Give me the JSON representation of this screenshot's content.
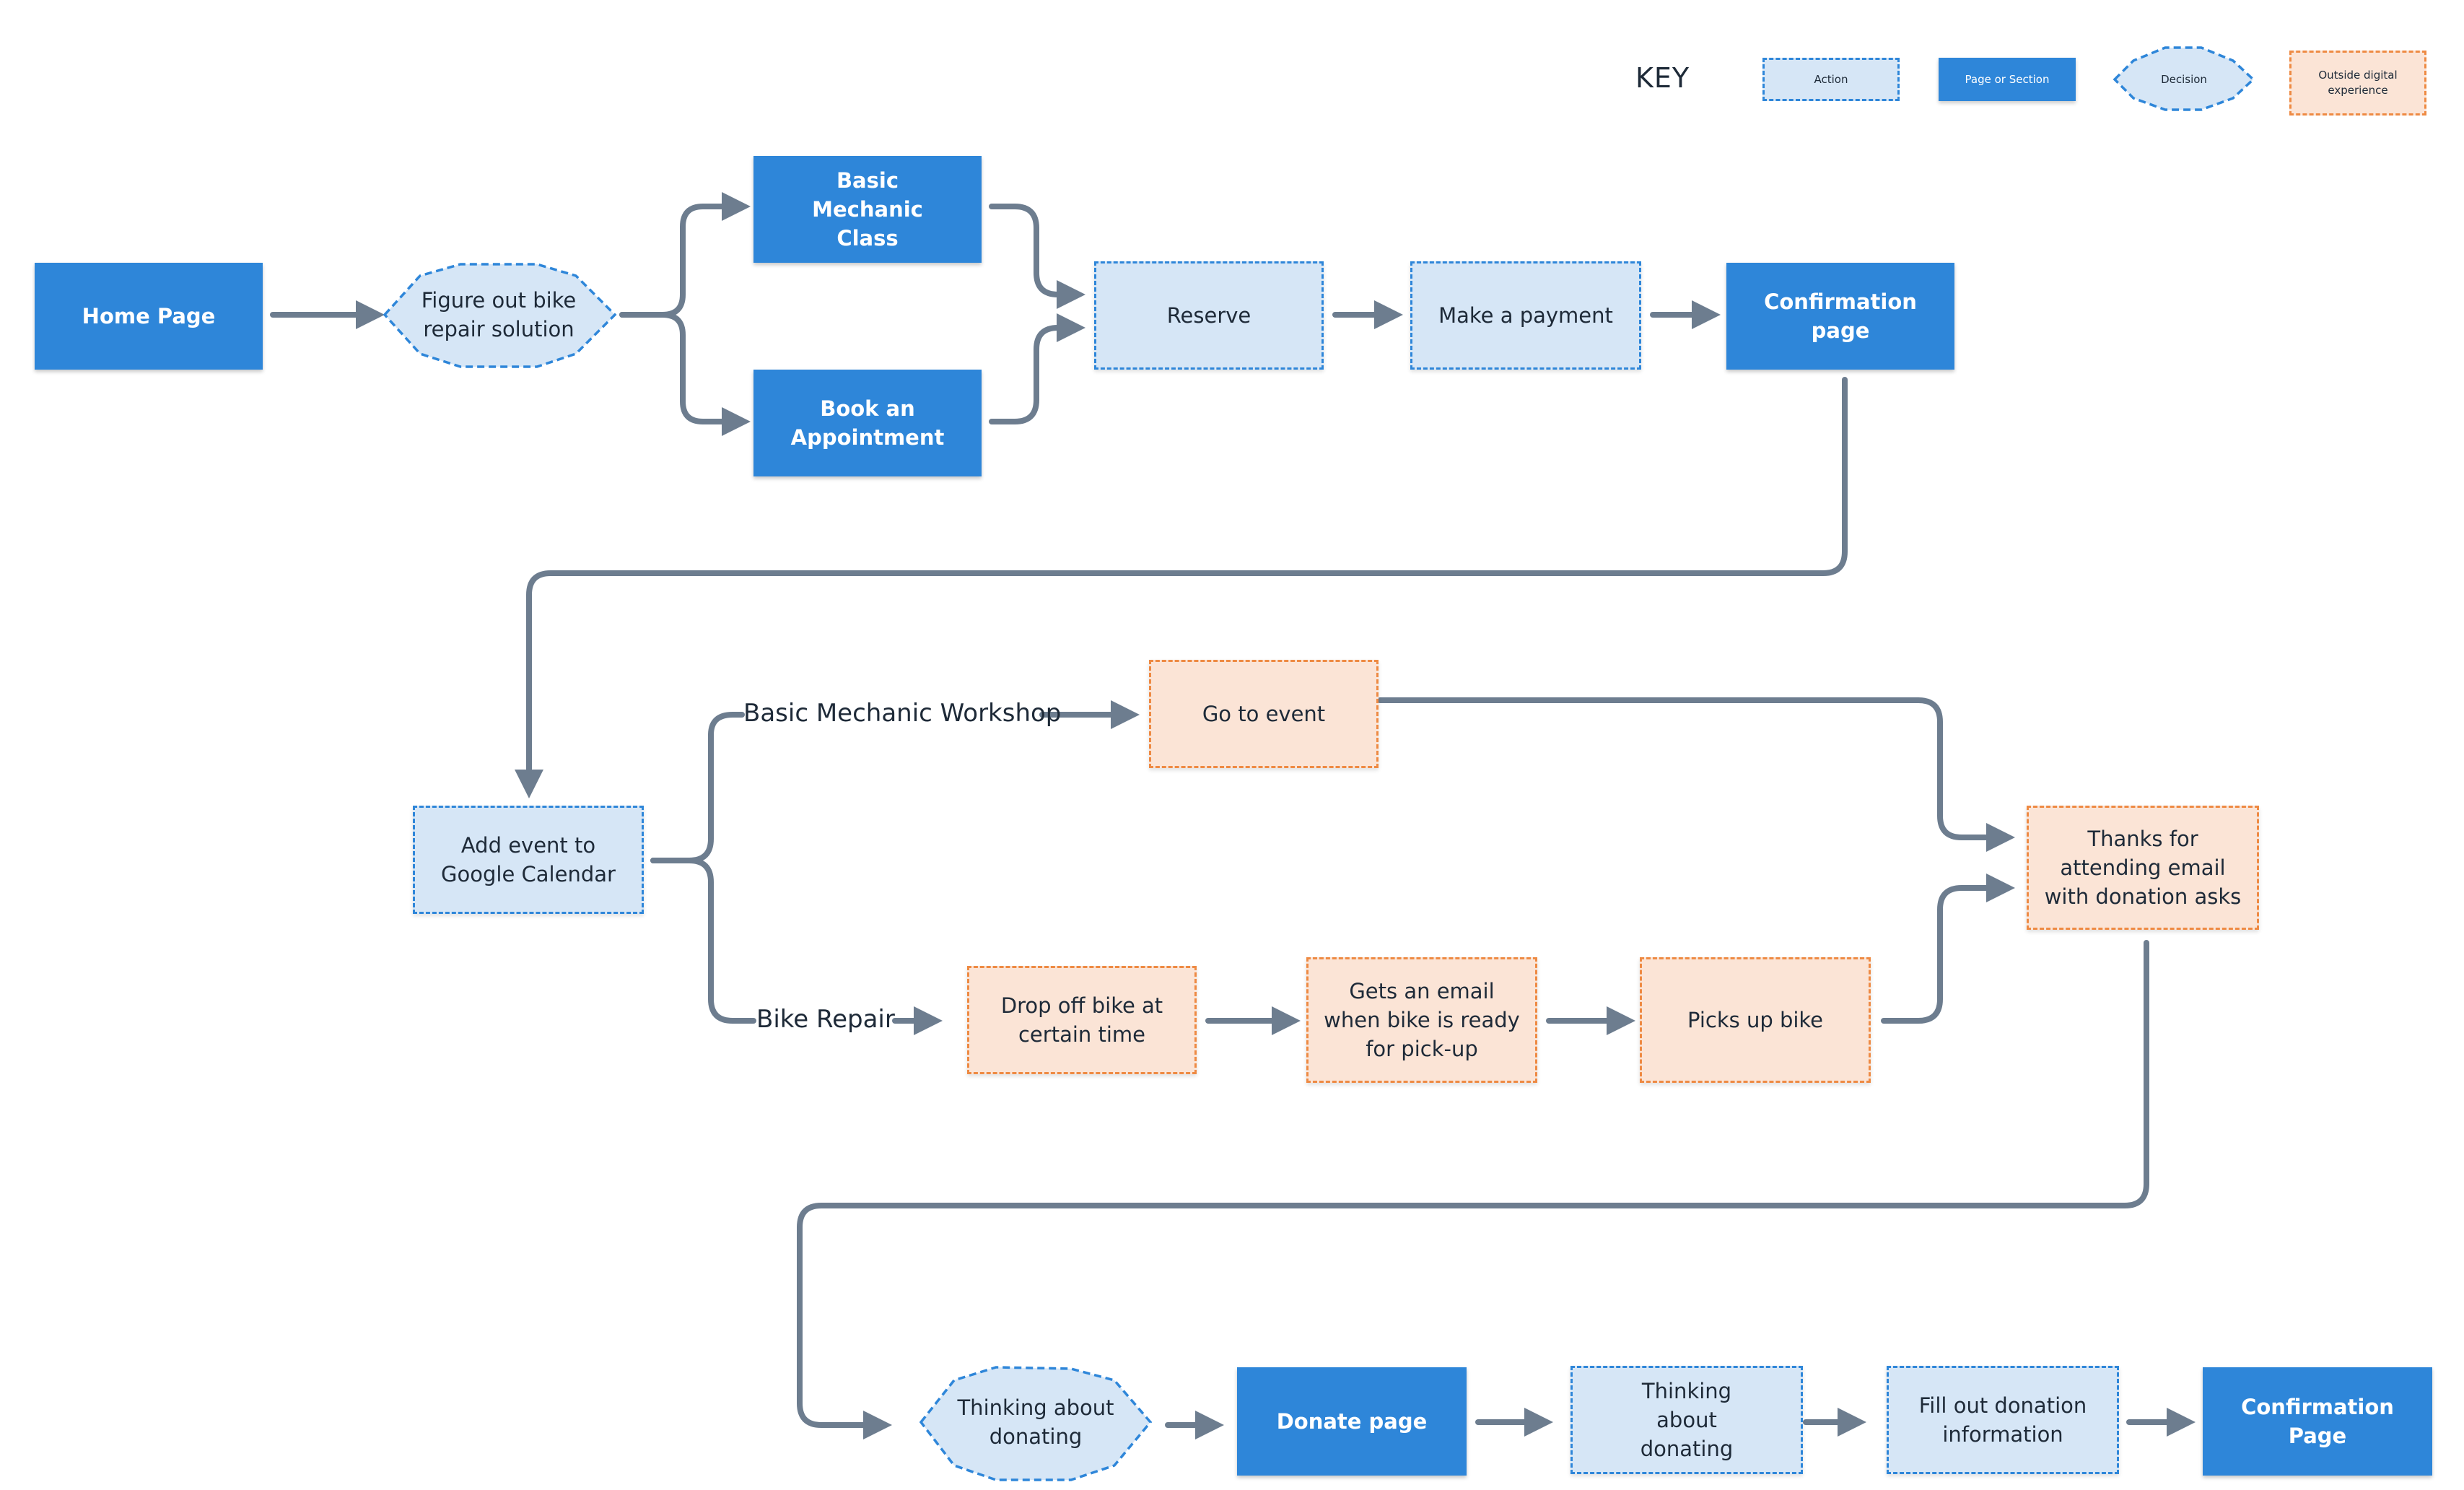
{
  "colors": {
    "page": "#2e86d9",
    "action_fill": "#d6e6f6",
    "action_border": "#2e86d9",
    "outside_fill": "#fbe4d6",
    "outside_border": "#ee8a43",
    "connector": "#6d7d8f"
  },
  "key": {
    "title": "KEY",
    "action": "Action",
    "page": "Page or Section",
    "decision": "Decision",
    "outside": "Outside digital experience"
  },
  "nodes": {
    "home": "Home Page",
    "figure_out": "Figure out bike repair solution",
    "basic_class": "Basic Mechanic Class",
    "book_appt": "Book an Appointment",
    "reserve": "Reserve",
    "payment": "Make a payment",
    "confirm1": "Confirmation page",
    "add_event": "Add event to Google Calendar",
    "go_event": "Go to event",
    "thanks": "Thanks for attending email with donation asks",
    "drop_off": "Drop off bike at certain time",
    "email_ready": "Gets an email when bike is ready for pick-up",
    "pick_up": "Picks up bike",
    "thinking1": "Thinking about donating",
    "donate_page": "Donate page",
    "thinking2": "Thinking about donating",
    "fill_out": "Fill out donation information",
    "confirm2": "Confirmation Page"
  },
  "labels": {
    "workshop": "Basic Mechanic Workshop",
    "bike_repair": "Bike Repair"
  }
}
